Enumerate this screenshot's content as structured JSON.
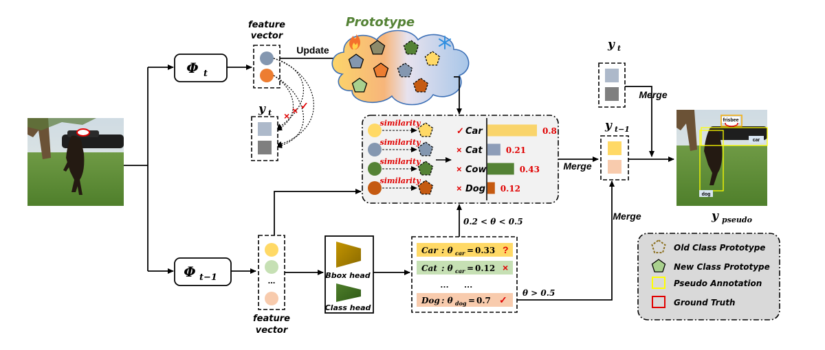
{
  "input_image": "photo of a dog jumping to catch a frisbee on a lawn (ground truth: red frisbee box)",
  "models": {
    "current": "Φ",
    "current_sub": "t",
    "old": "Φ",
    "old_sub": "t−1"
  },
  "top_branch": {
    "feature_label_line1": "feature",
    "feature_label_line2": "vector",
    "update_label": "Update",
    "prototype_title": "Prototype",
    "yt_label": "y",
    "yt_sub": "t",
    "cross_mark": "×",
    "check_mark": "✓"
  },
  "similarity_panel": {
    "rows": [
      {
        "similarity_label": "similarity",
        "class": "Car",
        "mark": "✓",
        "value": 0.8,
        "value_text": "0.8",
        "color": "#f9d46b"
      },
      {
        "similarity_label": "similarity",
        "class": "Cat",
        "mark": "×",
        "value": 0.21,
        "value_text": "0.21",
        "color": "#8d9db8"
      },
      {
        "similarity_label": "similarity",
        "class": "Cow",
        "mark": "×",
        "value": 0.43,
        "value_text": "0.43",
        "color": "#548235"
      },
      {
        "similarity_label": "similarity",
        "class": "Dog",
        "mark": "×",
        "value": 0.12,
        "value_text": "0.12",
        "color": "#c55a11"
      }
    ],
    "merge_label": "Merge"
  },
  "right_column": {
    "yt_label": "y",
    "yt_sub": "t",
    "merge_top": "Merge",
    "yt1_label": "y",
    "yt1_sub": "t−1",
    "merge_bottom": "Merge",
    "ypseudo_label": "y",
    "ypseudo_sub": "pseudo",
    "output_tags": [
      "frisbee",
      "car",
      "dog"
    ]
  },
  "bottom_branch": {
    "feature_label_line1": "feature",
    "feature_label_line2": "vector",
    "dots": "...",
    "bbox_head": "Bbox head",
    "class_head": "Class head",
    "threshold_mid": "0.2 < θ < 0.5",
    "threshold_high": "θ > 0.5"
  },
  "confidence_box": {
    "rows": [
      {
        "cls": "Car",
        "theta_sub": "car",
        "value_text": "0.33",
        "mark": "?",
        "color": "#ffd966"
      },
      {
        "cls": "Cat",
        "theta_sub": "car",
        "value_text": "0.12",
        "mark": "×",
        "color": "#c6e0b4"
      },
      {
        "cls": "Dog",
        "theta_sub": "dog",
        "value_text": "0.7",
        "mark": "✓",
        "color": "#f8cbad"
      }
    ],
    "ellipsis": "…      …"
  },
  "legend": {
    "items": [
      {
        "label": "Old Class Prototype"
      },
      {
        "label": "New Class Prototype"
      },
      {
        "label": "Pseudo Annotation"
      },
      {
        "label": "Ground Truth"
      }
    ]
  },
  "colors": {
    "yellow": "#ffd966",
    "slate": "#8497b0",
    "green": "#548235",
    "orange": "#c55a11",
    "light_green": "#c6e0b4",
    "peach": "#f8cbad",
    "red_text": "#e00000",
    "title_green": "#548235"
  }
}
